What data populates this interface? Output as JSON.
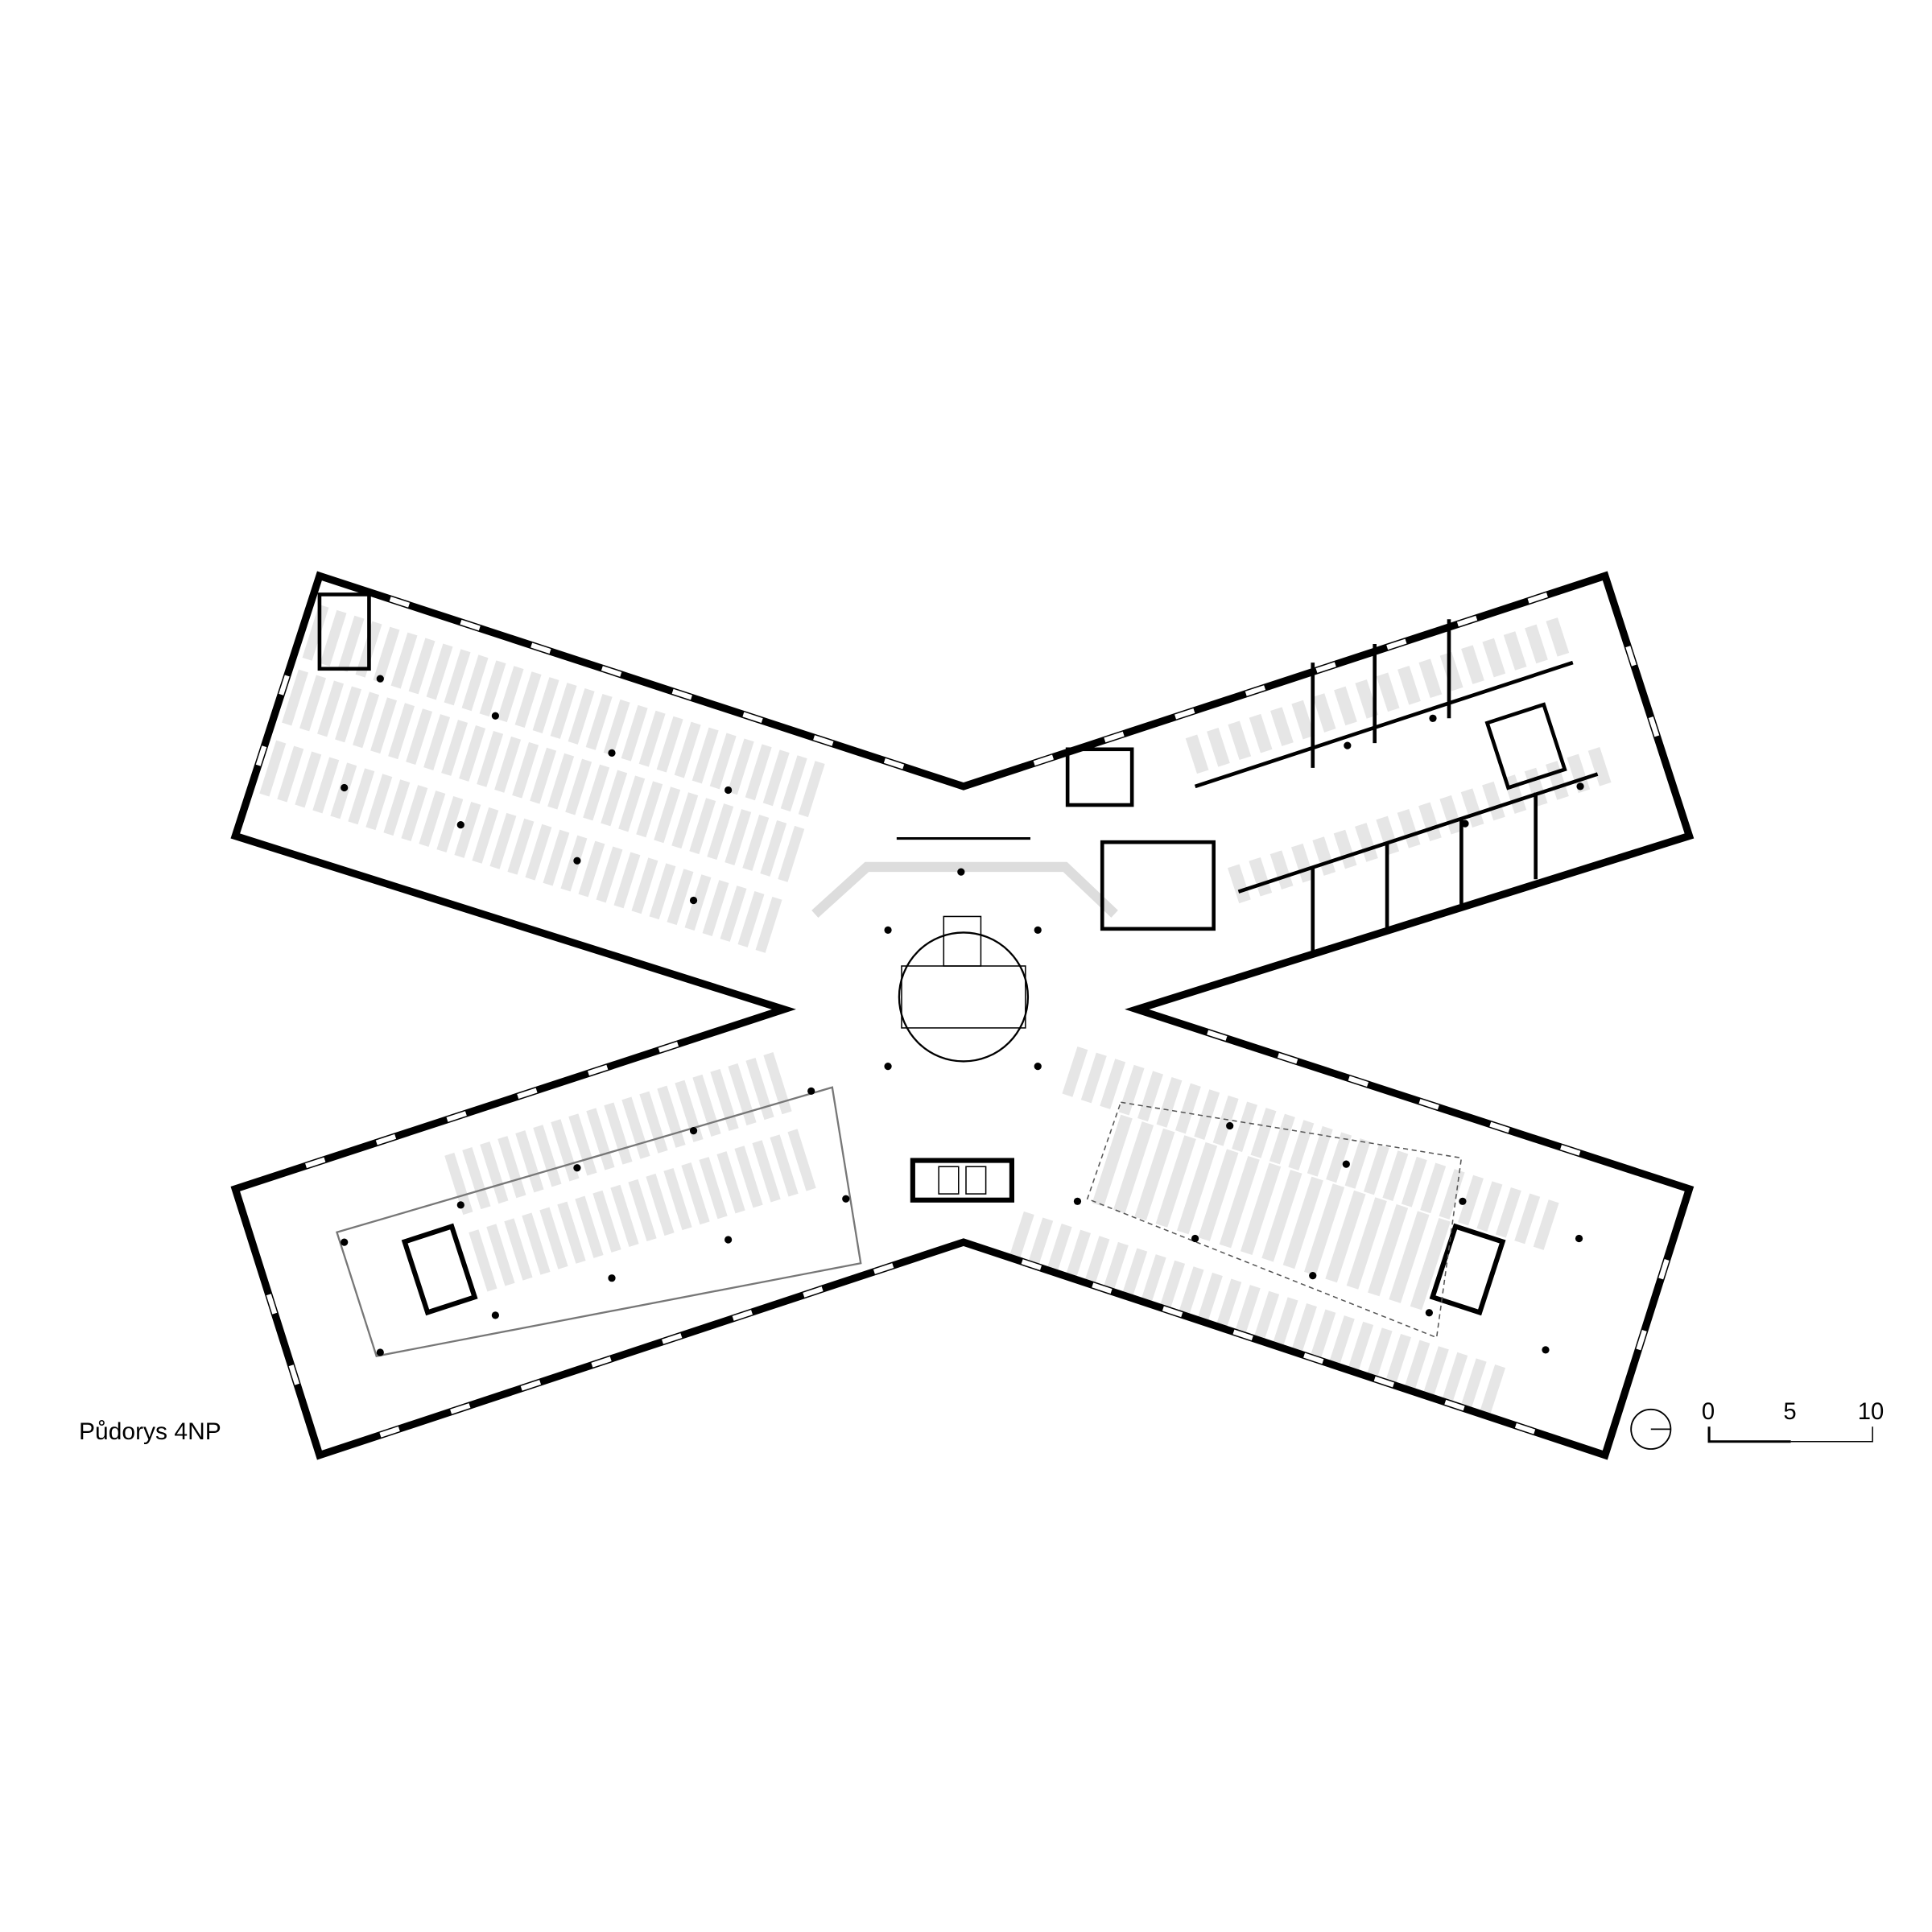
{
  "drawing": {
    "title": "Půdorys 4NP",
    "scale_labels": [
      "0",
      "5",
      "10"
    ],
    "colors": {
      "wall": "#000000",
      "furniture": "#e6e6e6",
      "line": "#555555"
    }
  }
}
